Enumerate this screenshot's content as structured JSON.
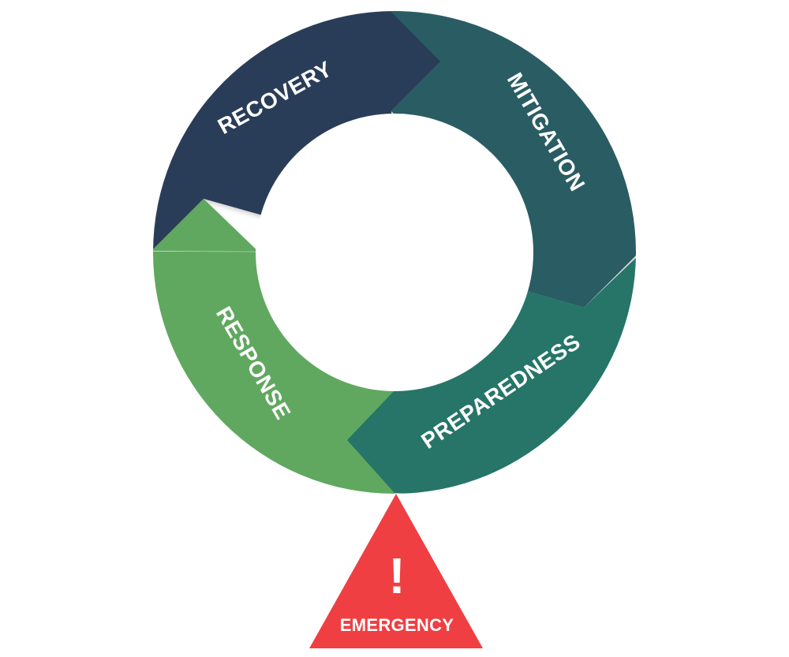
{
  "cycle": {
    "phases": [
      {
        "id": "recovery",
        "label": "RECOVERY",
        "color": "#2c3d58"
      },
      {
        "id": "mitigation",
        "label": "MITIGATION",
        "color": "#2c5c63"
      },
      {
        "id": "preparedness",
        "label": "PREPAREDNESS",
        "color": "#257468"
      },
      {
        "id": "response",
        "label": "RESPONSE",
        "color": "#61a85f"
      }
    ]
  },
  "emergency": {
    "label": "EMERGENCY",
    "symbol": "!",
    "icon": "warning-triangle-icon",
    "color": "#ef3f42"
  }
}
